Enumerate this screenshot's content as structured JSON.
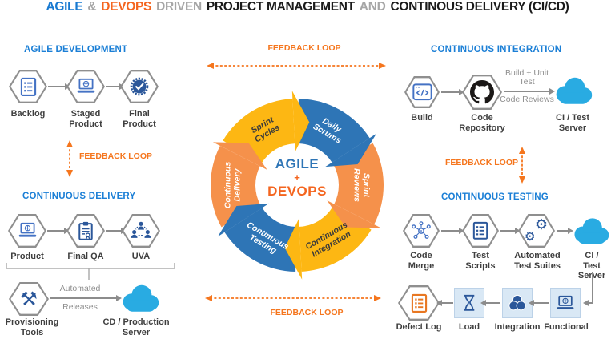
{
  "colors": {
    "title_blue": "#1779D1",
    "title_orange": "#F4651F",
    "title_gray": "#A6A6A6",
    "title_dark": "#1A1A1A",
    "heading_blue": "#1B7FD6",
    "feedback_orange": "#F5761E",
    "ring_gold": "#FDB713",
    "ring_blue": "#2E75B6",
    "ring_orange": "#F5914B",
    "ring_text_dark": "#3A3A3A",
    "center_blue": "#2E75B6",
    "center_orange": "#F4651F",
    "navy_icon": "#2B579A",
    "mid_blue_icon": "#4472C4",
    "cloud_blue": "#29ABE2",
    "connector_gray": "#8C8C8C",
    "label_dark": "#3F3F3F",
    "defect_orange": "#E87722"
  },
  "title": {
    "agile": "AGILE",
    "amp": "&",
    "devops": "DEVOPS",
    "driven": "DRIVEN",
    "project": "PROJECT MANAGEMENT",
    "and": "AND",
    "delivery": "CONTINOUS DELIVERY (CI/CD)"
  },
  "left": {
    "agile_heading": "AGILE DEVELOPMENT",
    "agile_nodes": [
      {
        "label": "Backlog"
      },
      {
        "label": "Staged\nProduct"
      },
      {
        "label": "Final\nProduct"
      }
    ],
    "feedback": "FEEDBACK LOOP",
    "delivery_heading": "CONTINUOUS DELIVERY",
    "delivery_nodes": [
      {
        "label": "Product"
      },
      {
        "label": "Final QA"
      },
      {
        "label": "UVA"
      }
    ],
    "release": {
      "tool": "Provisioning\nTools",
      "line1": "Automated",
      "line2": "Releases",
      "server": "CD / Production\nServer"
    }
  },
  "center": {
    "feedback_top": "FEEDBACK LOOP",
    "feedback_bottom": "FEEDBACK LOOP",
    "hub": {
      "line1": "AGILE",
      "line2": "+",
      "line3": "DEVOPS"
    },
    "cycle": {
      "segments": [
        {
          "label": "Sprint\nCycles",
          "color": "gold",
          "text": "dark"
        },
        {
          "label": "Daily\nScrums",
          "color": "blue",
          "text": "light"
        },
        {
          "label": "Sprint\nReviews",
          "color": "orange",
          "text": "light"
        },
        {
          "label": "Continuous\nIntegration",
          "color": "gold",
          "text": "dark"
        },
        {
          "label": "Continuous\nTesting",
          "color": "blue",
          "text": "light"
        },
        {
          "label": "Continuous\nDelivery",
          "color": "orange",
          "text": "light"
        }
      ]
    }
  },
  "right": {
    "integration_heading": "CONTINUOUS INTEGRATION",
    "ci_nodes": [
      {
        "label": "Build"
      },
      {
        "label": "Code\nRepository"
      },
      {
        "label": "CI / Test\nServer"
      }
    ],
    "ci_arrow_top": "Build + Unit\nTest",
    "ci_arrow_bottom": "Code Reviews",
    "feedback": "FEEDBACK LOOP",
    "testing_heading": "CONTINUOUS TESTING",
    "testing_nodes": [
      {
        "label": "Code\nMerge"
      },
      {
        "label": "Test\nScripts"
      },
      {
        "label": "Automated\nTest Suites"
      },
      {
        "label": "CI / Test\nServer"
      }
    ],
    "defect_nodes": [
      {
        "label": "Defect Log"
      },
      {
        "label": "Load"
      },
      {
        "label": "Integration"
      },
      {
        "label": "Functional"
      }
    ]
  }
}
